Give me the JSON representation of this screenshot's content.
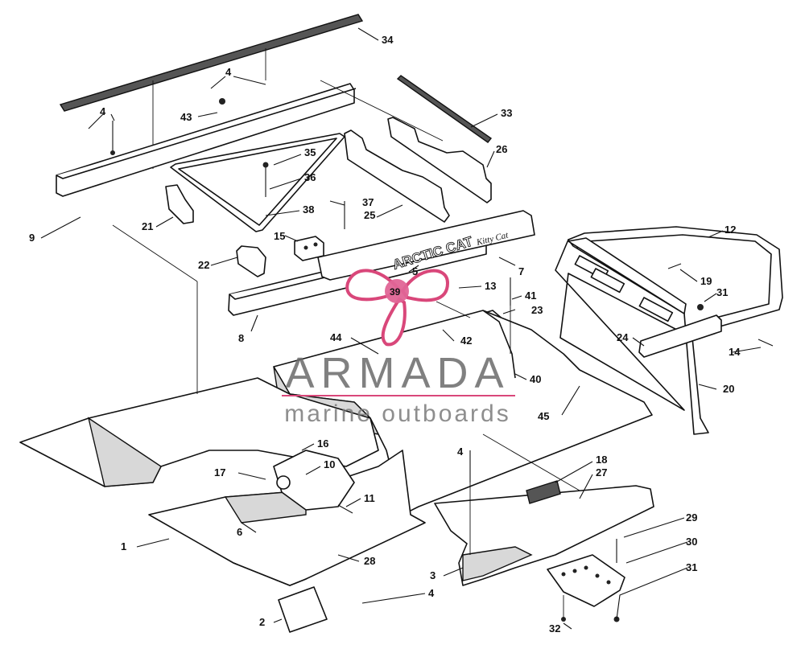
{
  "diagram": {
    "watermark": {
      "title": "ARMADA",
      "subtitle": "marine outboards",
      "accent_color": "#d9477a"
    },
    "hood_logo_text": "ARCTIC CAT",
    "hood_script_text": "Kitty Cat",
    "callouts": [
      {
        "id": "1",
        "label": "1"
      },
      {
        "id": "2",
        "label": "2"
      },
      {
        "id": "3",
        "label": "3"
      },
      {
        "id": "4a",
        "label": "4"
      },
      {
        "id": "4b",
        "label": "4"
      },
      {
        "id": "4c",
        "label": "4"
      },
      {
        "id": "4d",
        "label": "4"
      },
      {
        "id": "5",
        "label": "5"
      },
      {
        "id": "6",
        "label": "6"
      },
      {
        "id": "7",
        "label": "7"
      },
      {
        "id": "8",
        "label": "8"
      },
      {
        "id": "9",
        "label": "9"
      },
      {
        "id": "10",
        "label": "10"
      },
      {
        "id": "11",
        "label": "11"
      },
      {
        "id": "12",
        "label": "12"
      },
      {
        "id": "13",
        "label": "13"
      },
      {
        "id": "14",
        "label": "14"
      },
      {
        "id": "15",
        "label": "15"
      },
      {
        "id": "16",
        "label": "16"
      },
      {
        "id": "17",
        "label": "17"
      },
      {
        "id": "18",
        "label": "18"
      },
      {
        "id": "19",
        "label": "19"
      },
      {
        "id": "20",
        "label": "20"
      },
      {
        "id": "21",
        "label": "21"
      },
      {
        "id": "22",
        "label": "22"
      },
      {
        "id": "23",
        "label": "23"
      },
      {
        "id": "24",
        "label": "24"
      },
      {
        "id": "25",
        "label": "25"
      },
      {
        "id": "26",
        "label": "26"
      },
      {
        "id": "27",
        "label": "27"
      },
      {
        "id": "28",
        "label": "28"
      },
      {
        "id": "29",
        "label": "29"
      },
      {
        "id": "30",
        "label": "30"
      },
      {
        "id": "31a",
        "label": "31"
      },
      {
        "id": "31b",
        "label": "31"
      },
      {
        "id": "32",
        "label": "32"
      },
      {
        "id": "33",
        "label": "33"
      },
      {
        "id": "34",
        "label": "34"
      },
      {
        "id": "35",
        "label": "35"
      },
      {
        "id": "36",
        "label": "36"
      },
      {
        "id": "37",
        "label": "37"
      },
      {
        "id": "38",
        "label": "38"
      },
      {
        "id": "39",
        "label": "39"
      },
      {
        "id": "40",
        "label": "40"
      },
      {
        "id": "41",
        "label": "41"
      },
      {
        "id": "42",
        "label": "42"
      },
      {
        "id": "43",
        "label": "43"
      },
      {
        "id": "44",
        "label": "44"
      },
      {
        "id": "45",
        "label": "45"
      }
    ]
  }
}
